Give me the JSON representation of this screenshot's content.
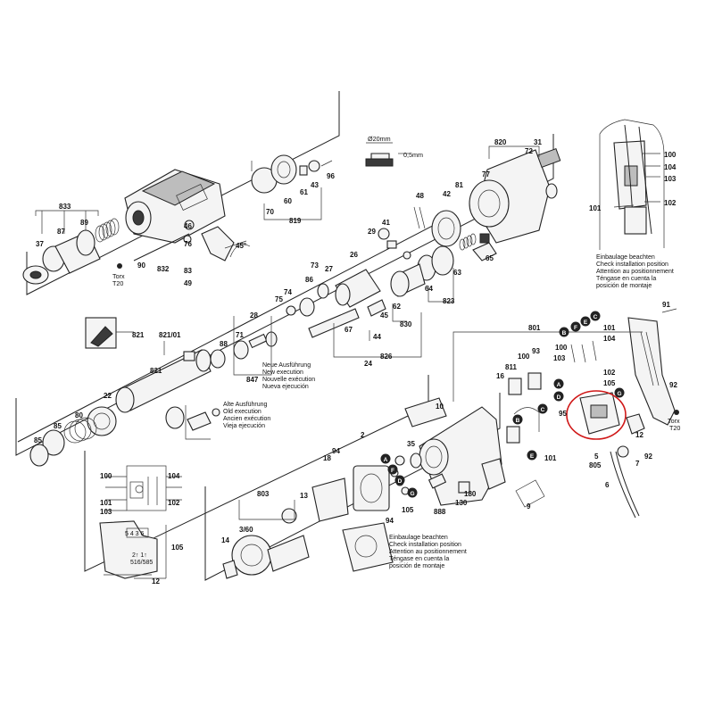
{
  "part_numbers": {
    "p833": "833",
    "p37": "37",
    "p87": "87",
    "p89": "89",
    "p90": "90",
    "p832": "832",
    "p46": "46",
    "p76": "76",
    "p83": "83",
    "p49": "49",
    "p45deg": "45°",
    "p70": "70",
    "p60": "60",
    "p61": "61",
    "p43": "43",
    "p96": "96",
    "p819": "819",
    "p820": "820",
    "p31": "31",
    "p72": "72",
    "p77": "77",
    "p42": "42",
    "p81": "81",
    "p48": "48",
    "p65": "65",
    "p63": "63",
    "p823": "823",
    "p64": "64",
    "p62": "62",
    "p830": "830",
    "p41": "41",
    "p29": "29",
    "p27": "27",
    "p26": "26",
    "p73": "73",
    "p74": "74",
    "p75": "75",
    "p86": "86",
    "p45": "45",
    "p67": "67",
    "p44": "44",
    "p826": "826",
    "p24": "24",
    "p71": "71",
    "p28": "28",
    "p847": "847",
    "p88": "88",
    "p821a": "821",
    "p82101": "821/01",
    "p821b": "821",
    "p22": "22",
    "p85a": "85",
    "p85b": "85",
    "p80": "80",
    "p801": "801",
    "p91": "91",
    "p100a": "100",
    "p103a": "103",
    "p101a": "101",
    "p104a": "104",
    "p93": "93",
    "p811": "811",
    "p16": "16",
    "p100b": "100",
    "p102a": "102",
    "p105a": "105",
    "p95": "95",
    "p12a": "12",
    "p5": "5",
    "p805": "805",
    "p7": "7",
    "p92a": "92",
    "p6": "6",
    "p92b": "92",
    "p10": "10",
    "p35": "35",
    "p2": "2",
    "p94a": "94",
    "p18": "18",
    "p803": "803",
    "p13": "13",
    "p105b": "105",
    "p94b": "94",
    "p180": "180",
    "p130": "130",
    "p888": "888",
    "p9": "9",
    "p101b": "101",
    "p14": "14",
    "p360": "3/60",
    "p100c": "100",
    "p101c": "101",
    "p103c": "103",
    "p104c": "104",
    "p102c": "102",
    "p105c": "105",
    "p12b": "12",
    "p100d": "100",
    "p104d": "104",
    "p103d": "103",
    "p101d": "101",
    "p102d": "102"
  },
  "callouts": {
    "dim_label": "Ø20mm",
    "dim_thickness": "0,5mm",
    "torx1": "Torx",
    "torx1_size": "T20",
    "torx2": "Torx",
    "torx2_size": "T20"
  },
  "notes": {
    "new_exec": [
      "Neue Ausführung",
      "New execution",
      "Nouvelle exécution",
      "Nueva ejecución"
    ],
    "old_exec": [
      "Alte Ausführung",
      "Old execution",
      "Ancien exécution",
      "Vieja ejecución"
    ],
    "install_top": [
      "Einbaulage beachten",
      "Check installation position",
      "Attention au positionnement",
      "Téngase en cuenta la",
      "posición de montaje"
    ],
    "install_bottom": [
      "Einbaulage beachten",
      "Check installation position",
      "Attention au positionnement",
      "Téngase en cuenta la",
      "posición de montaje"
    ]
  },
  "badges": {
    "B": "B",
    "F": "F",
    "E": "E",
    "C": "C",
    "A": "A",
    "D": "D",
    "G": "G"
  },
  "switch_labels": {
    "terminals": "5 4 3 6",
    "small1": "2↑ 1↑",
    "small2": "516/585"
  },
  "colors": {
    "line": "#222222",
    "highlight": "#d01818",
    "badge": "#222222"
  }
}
